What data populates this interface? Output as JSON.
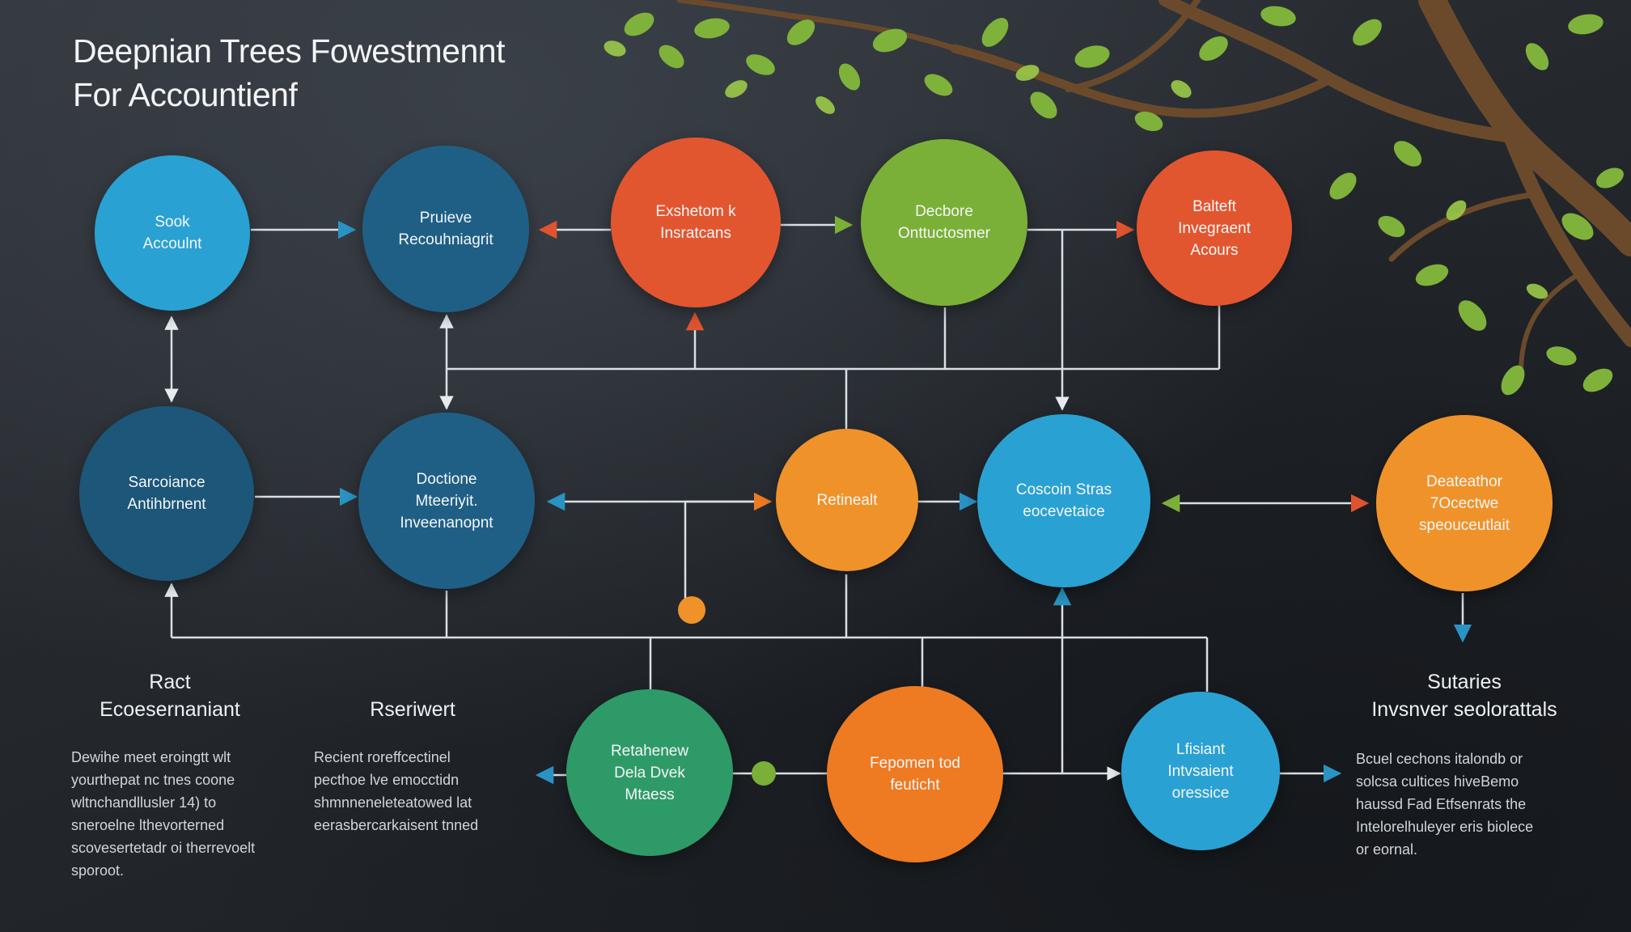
{
  "title": {
    "line1": "Deepnian Trees Fowestmennt",
    "line2": "For Accountienf"
  },
  "nodes": {
    "sook": {
      "lines": [
        "Sook",
        "Accoulnt"
      ],
      "color": "#2aa1d3"
    },
    "pruieve": {
      "lines": [
        "Pruieve",
        "Recouhniagrit"
      ],
      "color": "#1f5f86"
    },
    "exshetom": {
      "lines": [
        "Exshetom k",
        "Insratcans"
      ],
      "color": "#e2562f"
    },
    "decbore": {
      "lines": [
        "Decbore",
        "Onttuctosmer"
      ],
      "color": "#7ab037"
    },
    "balteft": {
      "lines": [
        "Balteft",
        "Invegraent",
        "Acours"
      ],
      "color": "#e2562f"
    },
    "sarcoiance": {
      "lines": [
        "Sarcoiance",
        "Antihbrnent"
      ],
      "color": "#1c5678"
    },
    "doctione": {
      "lines": [
        "Doctione",
        "Mteeriyit.",
        "Inveenanopnt"
      ],
      "color": "#1f5f86"
    },
    "retinealt": {
      "lines": [
        "Retinealt"
      ],
      "color": "#f0922a"
    },
    "coscoin": {
      "lines": [
        "Coscoin Stras",
        "eocevetaice"
      ],
      "color": "#2aa1d3"
    },
    "deateathor": {
      "lines": [
        "Deateathor",
        "7Ocectwe",
        "speouceutlait"
      ],
      "color": "#f0922a"
    },
    "retahenew": {
      "lines": [
        "Retahenew",
        "Dela Dvek",
        "Mtaess"
      ],
      "color": "#2e9a67"
    },
    "fepomen": {
      "lines": [
        "Fepomen tod",
        "feuticht"
      ],
      "color": "#ee7a22"
    },
    "lfisiant": {
      "lines": [
        "Lfisiant",
        "Intvsaient",
        "oressice"
      ],
      "color": "#2aa1d3"
    }
  },
  "labels": {
    "ract": {
      "lines": [
        "Ract",
        "Ecoesernaniant"
      ]
    },
    "reserwert": {
      "lines": [
        "Rseriwert"
      ]
    },
    "sutaries": {
      "lines": [
        "Sutaries",
        "Invsnver seolorattals"
      ]
    }
  },
  "paragraphs": {
    "left": [
      "Dewihe meet eroingtt wlt",
      "yourthepat nc tnes coone",
      "wltnchandllusler 14) to",
      "sneroelne lthevorterned",
      "scovesertetadr oi therrevoelt",
      "sporoot."
    ],
    "middle": [
      "Recient roreffcectinel",
      "pecthoe lve emocctidn",
      "shmnneneleteatowed lat",
      "eerasbercarkaisent tnned"
    ],
    "right": [
      "Bcuel cechons italondb or",
      "solcsa cultices hiveBemo",
      "haussd Fad Etfsenrats the",
      "Intelorelhuleyer eris biolece",
      "or eornal."
    ]
  }
}
